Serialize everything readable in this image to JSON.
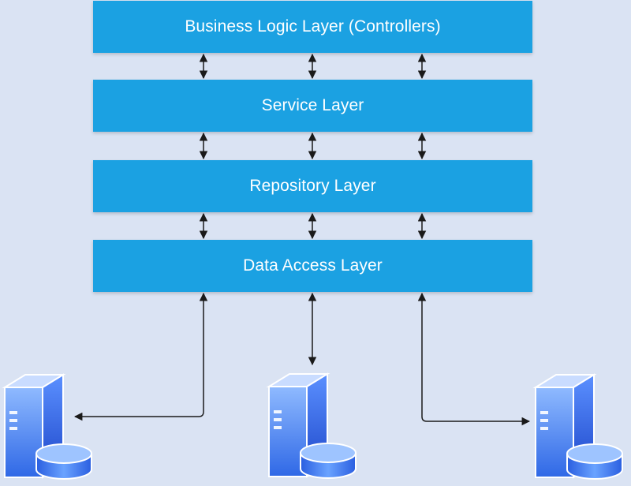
{
  "diagram": {
    "layers": [
      {
        "id": "business",
        "label": "Business Logic Layer (Controllers)"
      },
      {
        "id": "service",
        "label": "Service Layer"
      },
      {
        "id": "repository",
        "label": "Repository Layer"
      },
      {
        "id": "data-access",
        "label": "Data Access Layer"
      }
    ],
    "servers": [
      {
        "icon": "database-server-icon"
      },
      {
        "icon": "database-server-icon"
      },
      {
        "icon": "database-server-icon"
      }
    ],
    "colors": {
      "background": "#dae3f3",
      "layer_fill": "#1ba1e2",
      "layer_text": "#ffffff",
      "connector": "#1a1a1a",
      "server_dark": "#1f4fd0",
      "server_light": "#7fb2ff"
    }
  }
}
